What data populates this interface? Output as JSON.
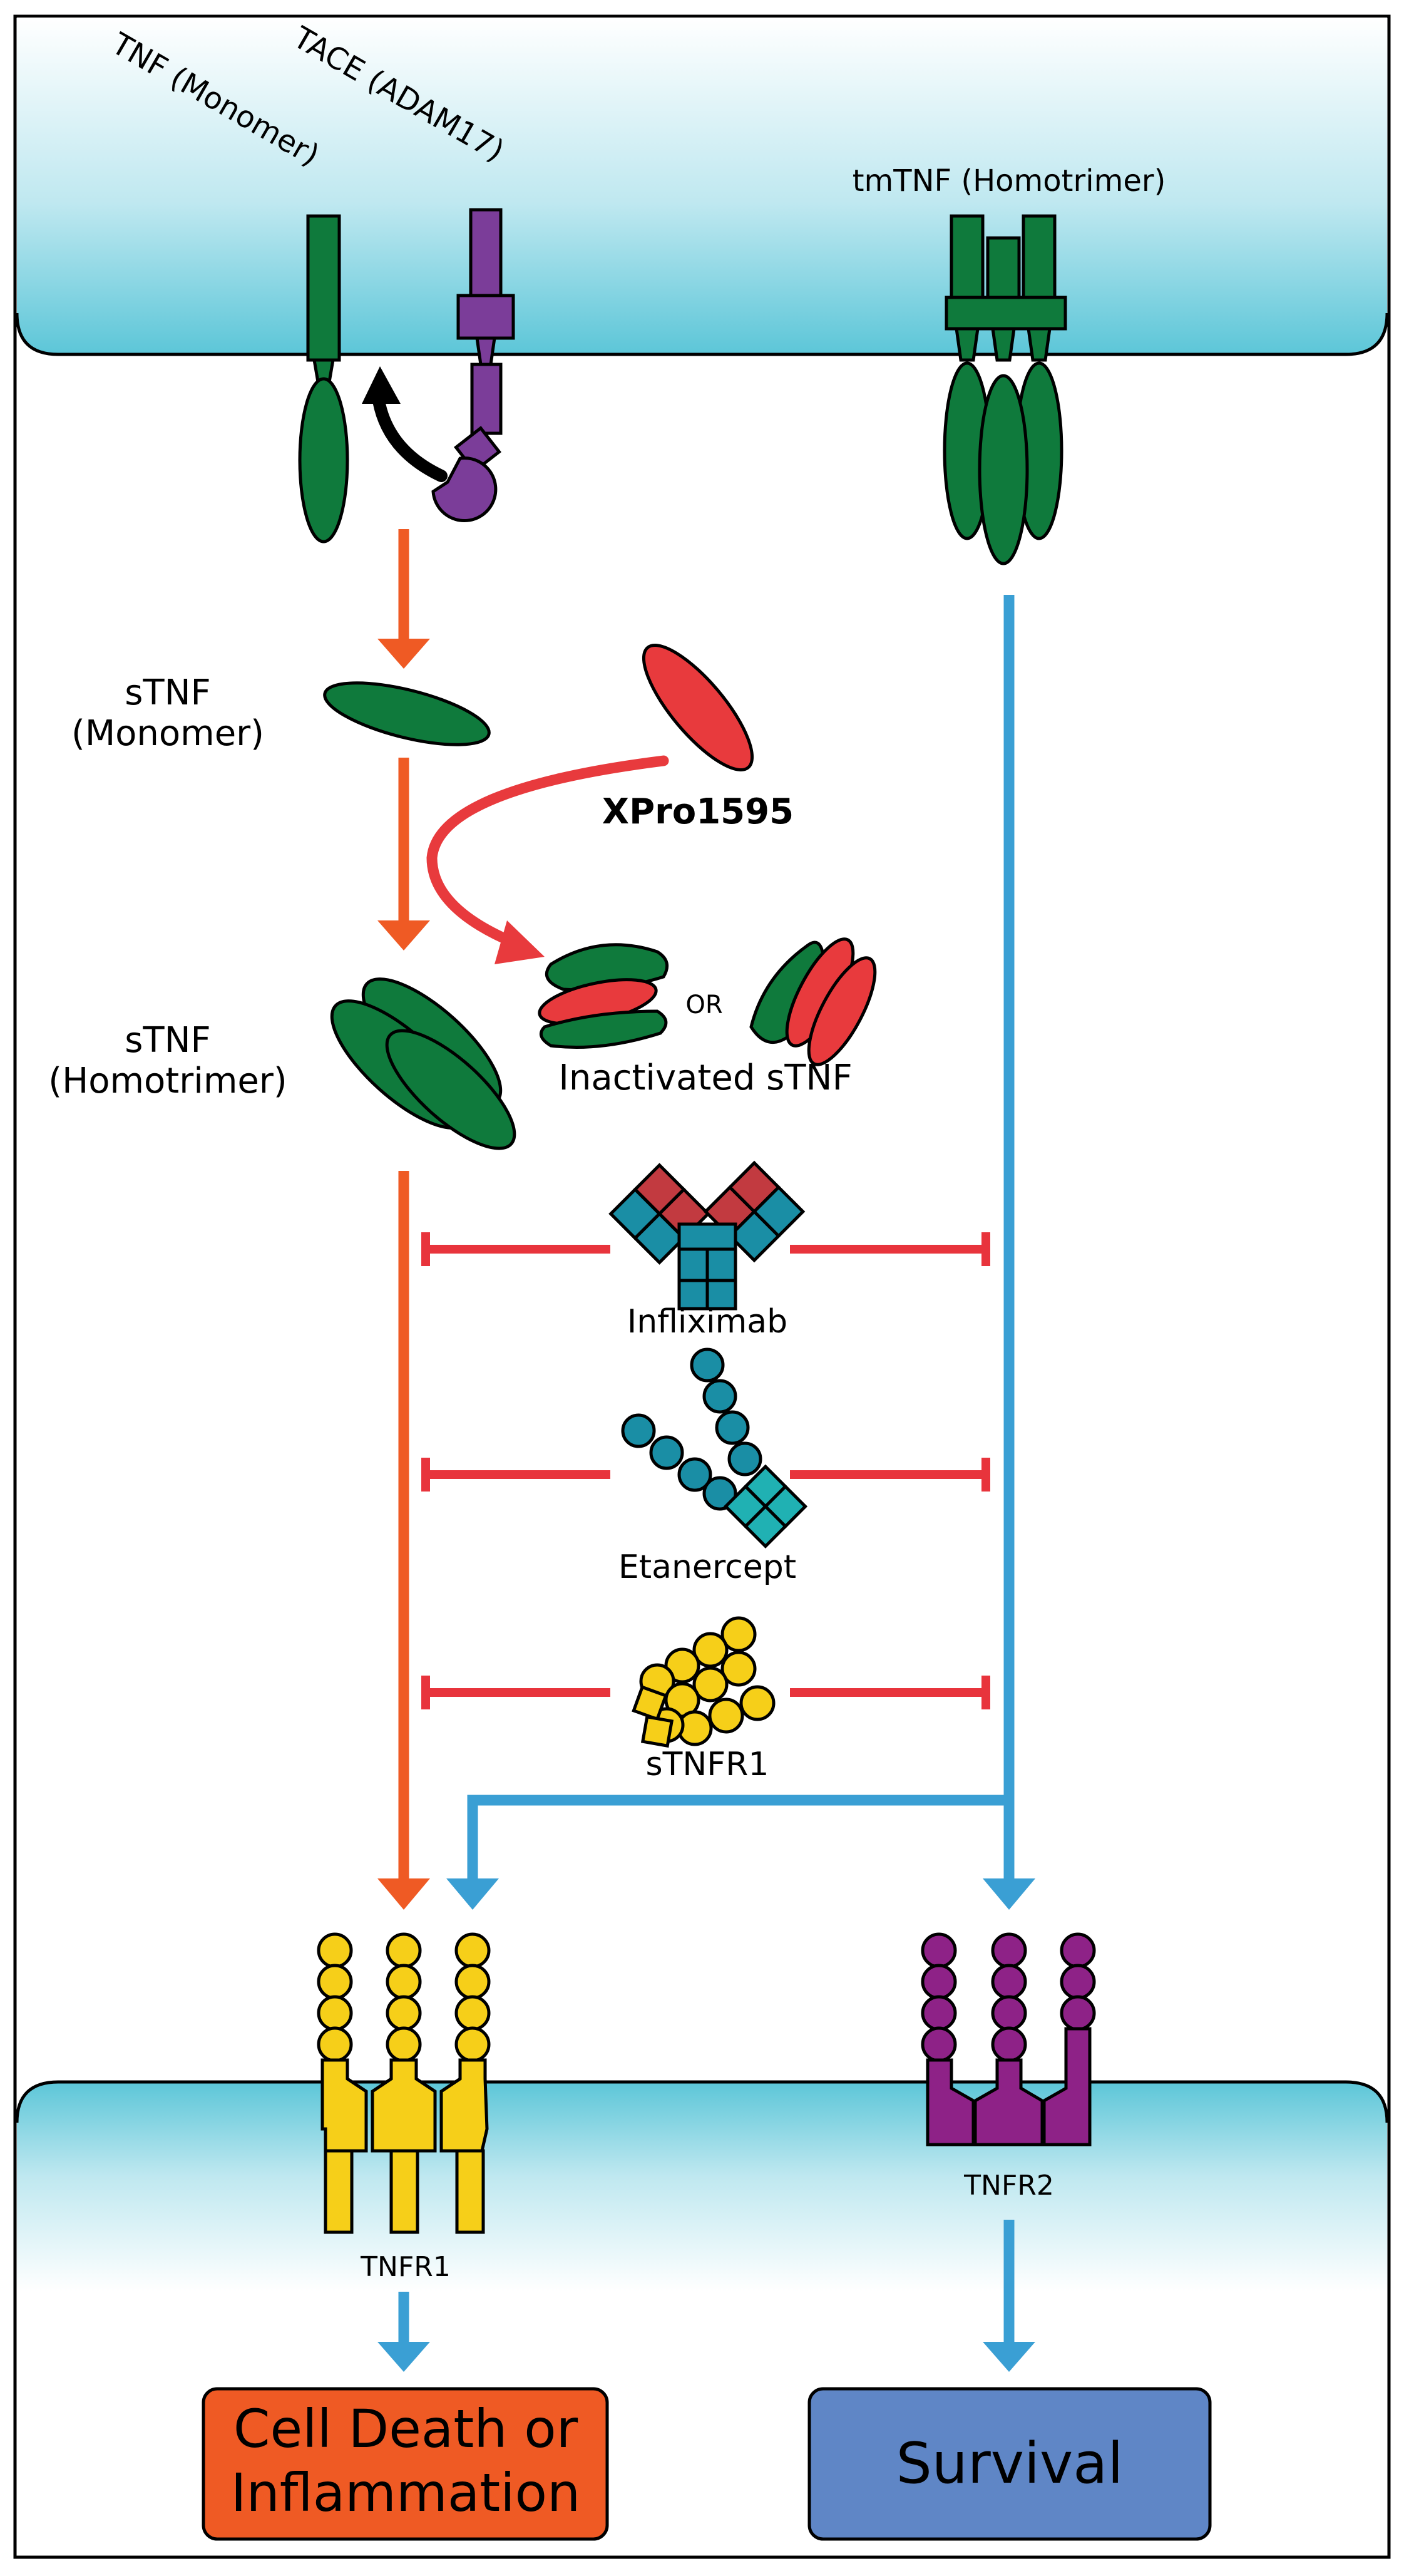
{
  "labels": {
    "tnf_monomer": "TNF (Monomer)",
    "tace": "TACE (ADAM17)",
    "tmtnf": "tmTNF (Homotrimer)",
    "stnf_monomer_line1": "sTNF",
    "stnf_monomer_line2": "(Monomer)",
    "xpro": "XPro1595",
    "stnf_homotrimer_line1": "sTNF",
    "stnf_homotrimer_line2": "(Homotrimer)",
    "or": "OR",
    "inactivated": "Inactivated sTNF",
    "infliximab": "Infliximab",
    "etanercept": "Etanercept",
    "stnfr1": "sTNFR1",
    "tnfr1": "TNFR1",
    "tnfr2": "TNFR2",
    "outcome_left_line1": "Cell Death or",
    "outcome_left_line2": "Inflammation",
    "outcome_right": "Survival"
  },
  "colors": {
    "tnf_green": "#0f7a3c",
    "tace_purple": "#7b3d99",
    "xpro_red": "#e83a3d",
    "soluble_arrow_orange": "#ef5a24",
    "transmembrane_arrow_blue": "#3a9fd4",
    "inhibitor_red": "#e8343c",
    "antibody_teal": "#1a8ea5",
    "antibody_red": "#c23a40",
    "etanercept_teal": "#20b1b3",
    "receptor_yellow": "#f6cf19",
    "tnfr2_purple": "#8e2287",
    "membrane_cyan": "#5cc6d8",
    "death_box_orange": "#ef5a24",
    "survival_box_blue": "#5f86c6"
  }
}
